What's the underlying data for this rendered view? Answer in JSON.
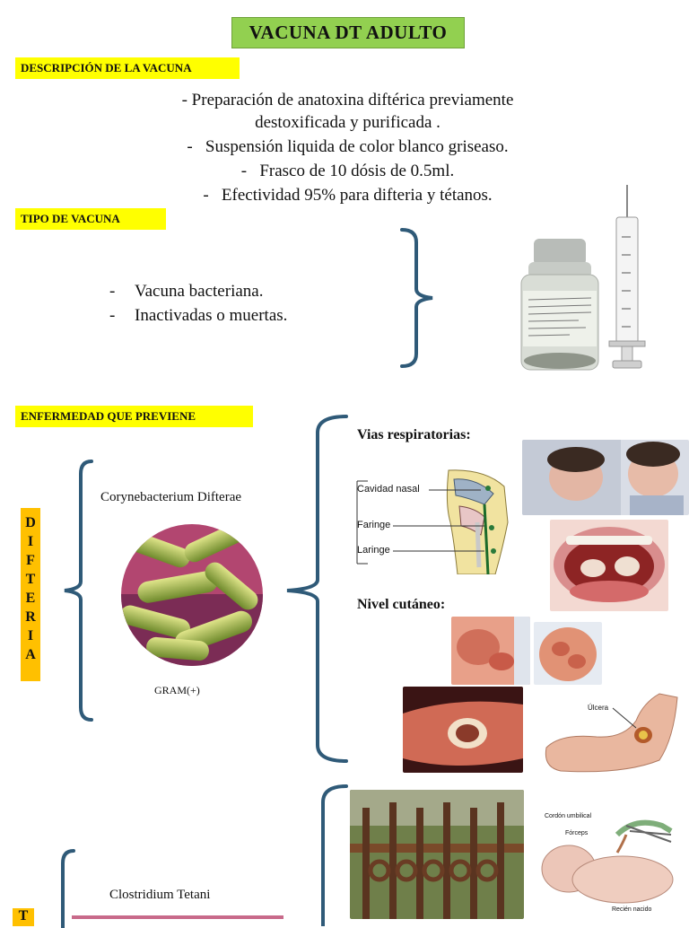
{
  "title": "VACUNA DT ADULTO",
  "description": {
    "heading": "DESCRIPCIÓN DE LA VACUNA",
    "line1": "- Preparación de anatoxina diftérica previamente",
    "line2": "destoxificada y purificada .",
    "items": [
      "Suspensión liquida de color blanco griseaso.",
      "Frasco de 10 dósis de 0.5ml.",
      "Efectividad 95% para difteria y tétanos."
    ]
  },
  "vaccine_type": {
    "heading": "TIPO DE VACUNA",
    "items": [
      "Vacuna bacteriana.",
      "Inactivadas o muertas."
    ]
  },
  "prevents": {
    "heading": "ENFERMEDAD QUE PREVIENE",
    "diphtheria": {
      "vertical_label": "DIFTERIA",
      "letters": [
        "D",
        "I",
        "F",
        "T",
        "E",
        "R",
        "I",
        "A"
      ],
      "bacterium": "Corynebacterium Difterae",
      "gram": "GRAM(+)",
      "respiratory_heading": "Vias respiratorias:",
      "anatomy_labels": [
        "Cavidad nasal",
        "Faringe",
        "Laringe"
      ],
      "cutaneous_heading": "Nivel cutáneo:",
      "ulcer_label": "Úlcera"
    },
    "tetanus": {
      "vertical_label_letter": "T",
      "bacterium": "Clostridium Tetani",
      "newborn_labels": [
        "Cordón umbilical",
        "Fórceps",
        "Recién nacido"
      ]
    }
  },
  "colors": {
    "title_bg": "#92d050",
    "highlight": "#ffff00",
    "vertical_label_bg": "#ffc000",
    "bracket": "#2f5a78"
  }
}
